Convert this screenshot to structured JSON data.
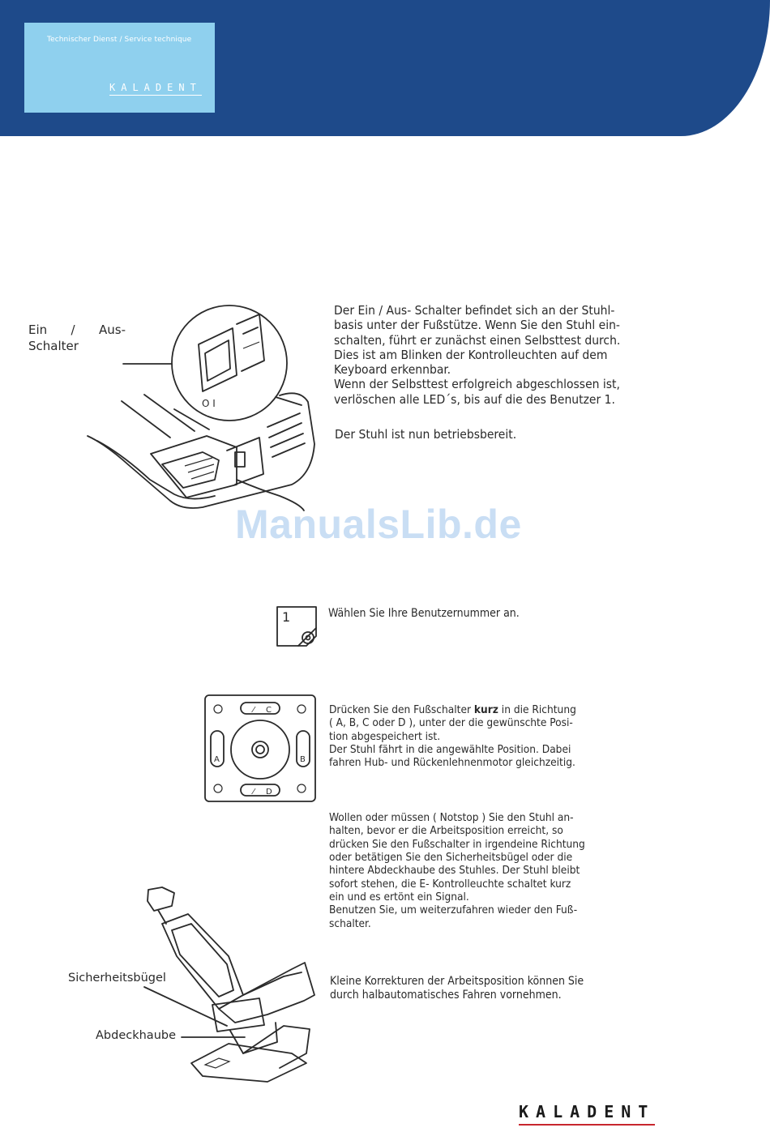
{
  "header": {
    "subtitle": "Technischer Dienst / Service technique",
    "brand": "KALADENT"
  },
  "watermark": "ManualsLib.de",
  "section_switch": {
    "label_ein": "Ein",
    "label_slash": "/",
    "label_aus": "Aus-",
    "label_schalter": "Schalter",
    "switch_marks": "O  I",
    "lines": [
      "Der Ein / Aus- Schalter befindet sich an der Stuhl-",
      "basis unter der Fußstütze. Wenn Sie den Stuhl ein-",
      "schalten, führt er zunächst einen Selbsttest durch.",
      "Dies ist am Blinken der Kontrolleuchten auf dem",
      "Keyboard erkennbar.",
      "Wenn der Selbsttest erfolgreich abgeschlossen ist,",
      "verlöschen alle LED´s, bis auf die des Benutzer 1."
    ],
    "ready": "Der Stuhl ist nun betriebsbereit."
  },
  "section_user": {
    "key_number": "1",
    "text": "Wählen Sie Ihre Benutzernummer an."
  },
  "section_footswitch": {
    "key_top": "C",
    "key_bottom": "D",
    "key_left": "A",
    "key_right": "B",
    "text_before_bold": "Drücken Sie den Fußschalter ",
    "text_bold": "kurz",
    "text_after_bold": " in die Richtung",
    "lines": [
      "( A, B, C oder D ), unter der die gewünschte Posi-",
      "tion abgespeichert ist.",
      "Der Stuhl fährt in die angewählte Position. Dabei",
      "fahren Hub- und Rückenlehnenmotor gleichzeitig."
    ]
  },
  "section_stop": {
    "lines": [
      "Wollen oder müssen ( Notstop ) Sie den Stuhl an-",
      "halten, bevor er die Arbeitsposition erreicht, so",
      "drücken Sie den Fußschalter in irgendeine Richtung",
      "oder betätigen Sie den Sicherheitsbügel oder die",
      "hintere Abdeckhaube des Stuhles. Der Stuhl bleibt",
      "sofort stehen, die E- Kontrolleuchte schaltet kurz",
      "ein und es ertönt ein Signal.",
      "Benutzen Sie, um weiterzufahren wieder den Fuß-",
      "schalter."
    ],
    "label_sicherheitsbuegel": "Sicherheitsbügel",
    "label_abdeckhaube": "Abdeckhaube"
  },
  "section_correction": {
    "lines": [
      "Kleine Korrekturen der Arbeitsposition können Sie",
      "durch halbautomatisches Fahren vornehmen."
    ]
  },
  "footer": {
    "brand": "KALADENT"
  }
}
